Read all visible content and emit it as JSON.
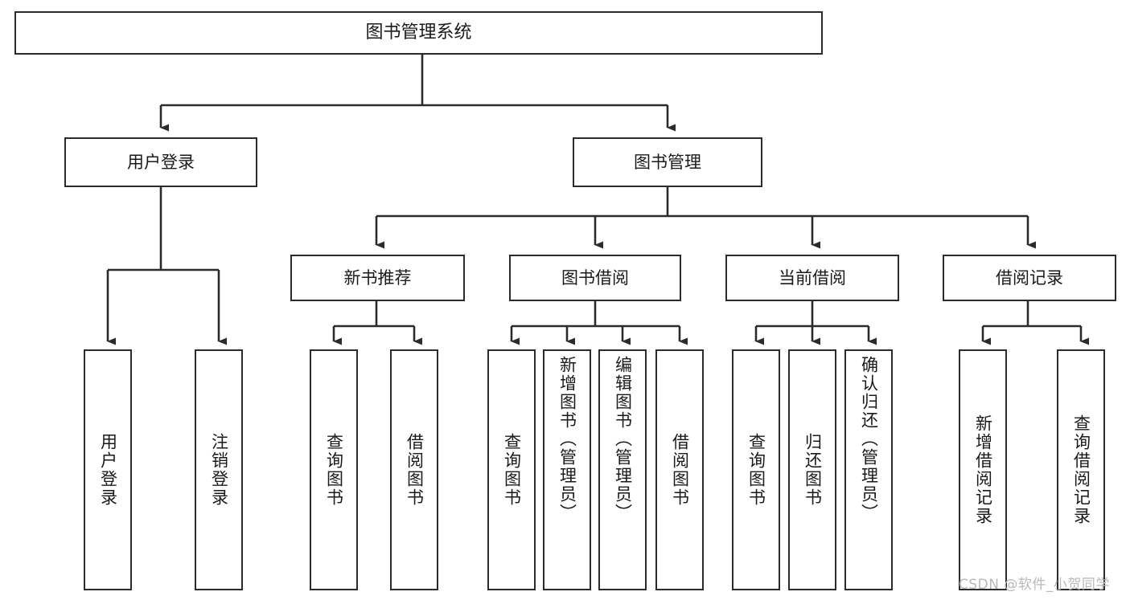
{
  "diagram": {
    "title": "图书管理系统",
    "watermark": "CSDN @软件_小贺同学",
    "colors": {
      "border": "#2b2b2b",
      "fill": "#ffffff",
      "edge": "#2b2b2b",
      "text": "#1a1a1a",
      "watermark": "#b9b9b9"
    },
    "root": {
      "label": "图书管理系统"
    },
    "level1": [
      {
        "label": "用户登录"
      },
      {
        "label": "图书管理"
      }
    ],
    "level2": [
      {
        "label": "新书推荐"
      },
      {
        "label": "图书借阅"
      },
      {
        "label": "当前借阅"
      },
      {
        "label": "借阅记录"
      }
    ],
    "leaves": {
      "user_login": [
        {
          "label": "用户登录"
        },
        {
          "label": "注销登录"
        }
      ],
      "new_book_recommend": [
        {
          "label": "查询图书"
        },
        {
          "label": "借阅图书"
        }
      ],
      "book_borrow": [
        {
          "label": "查询图书"
        },
        {
          "label": "新增图书（管理员）"
        },
        {
          "label": "编辑图书（管理员）"
        },
        {
          "label": "借阅图书"
        }
      ],
      "current_borrow": [
        {
          "label": "查询图书"
        },
        {
          "label": "归还图书"
        },
        {
          "label": "确认归还（管理员）"
        }
      ],
      "borrow_record": [
        {
          "label": "新增借阅记录"
        },
        {
          "label": "查询借阅记录"
        }
      ]
    }
  }
}
